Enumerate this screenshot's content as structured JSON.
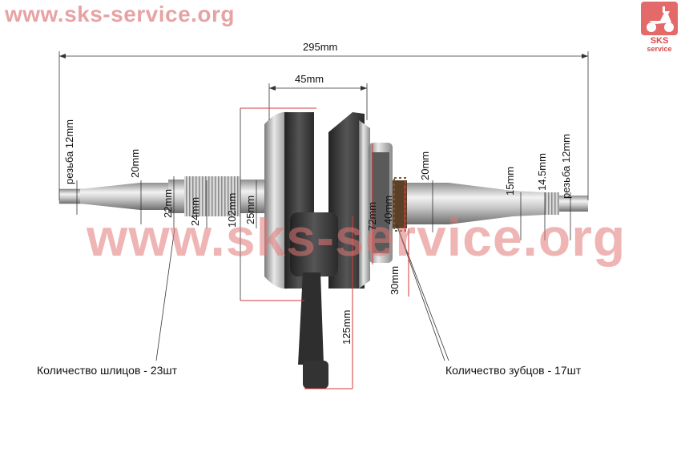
{
  "watermark": {
    "url": "www.sks-service.org",
    "center_text": "www.sks-service.org",
    "logo_line1": "SKS",
    "logo_line2": "service"
  },
  "dimensions": {
    "total_length": "295mm",
    "web_width": "45mm",
    "left_thread": "резьба 12mm",
    "left_shaft": "20mm",
    "spline_22": "22mm",
    "spline_24": "24mm",
    "flywheel_102": "102mm",
    "inner_25": "25mm",
    "bearing_72": "72mm",
    "sprocket_40": "40mm",
    "right_shaft_20": "20mm",
    "sprocket_30": "30mm",
    "rod_125": "125mm",
    "right_15": "15mm",
    "right_145": "14.5mm",
    "right_thread": "резьба 12mm"
  },
  "captions": {
    "splines": "Количество шлицов - 23шт",
    "teeth": "Количество зубцов - 17шт"
  },
  "colors": {
    "dimension_line": "#333333",
    "red_ext": "#d43a3a",
    "steel": "#b9b9b9",
    "iron": "#3a3a3a"
  }
}
